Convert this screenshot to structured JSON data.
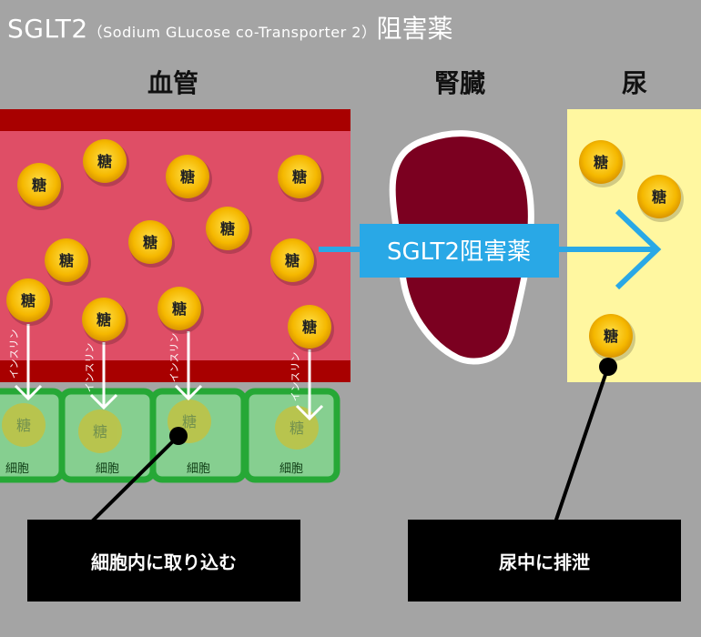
{
  "header": {
    "title_main": "SGLT2",
    "title_sub": "（Sodium GLucose co-Transporter 2）",
    "title_tail": "阻害薬"
  },
  "columns": {
    "blood_vessel": "血管",
    "kidney": "腎臓",
    "urine": "尿"
  },
  "glucose_label": "糖",
  "insulin_label": "インスリン",
  "cell_label": "細胞",
  "drug_label": "SGLT2阻害薬",
  "callouts": {
    "cell_uptake": "細胞内に取り込む",
    "urine_excretion": "尿中に排泄"
  },
  "colors": {
    "background": "#a4a4a4",
    "vessel_fill": "#df4e66",
    "vessel_wall": "#a80000",
    "cell_fill": "#86cf90",
    "cell_border": "#26a836",
    "kidney_fill": "#7b0020",
    "urine_fill": "#fff7a0",
    "glucose_fill": "#f5b800",
    "drug_arrow": "#29a8e6"
  }
}
